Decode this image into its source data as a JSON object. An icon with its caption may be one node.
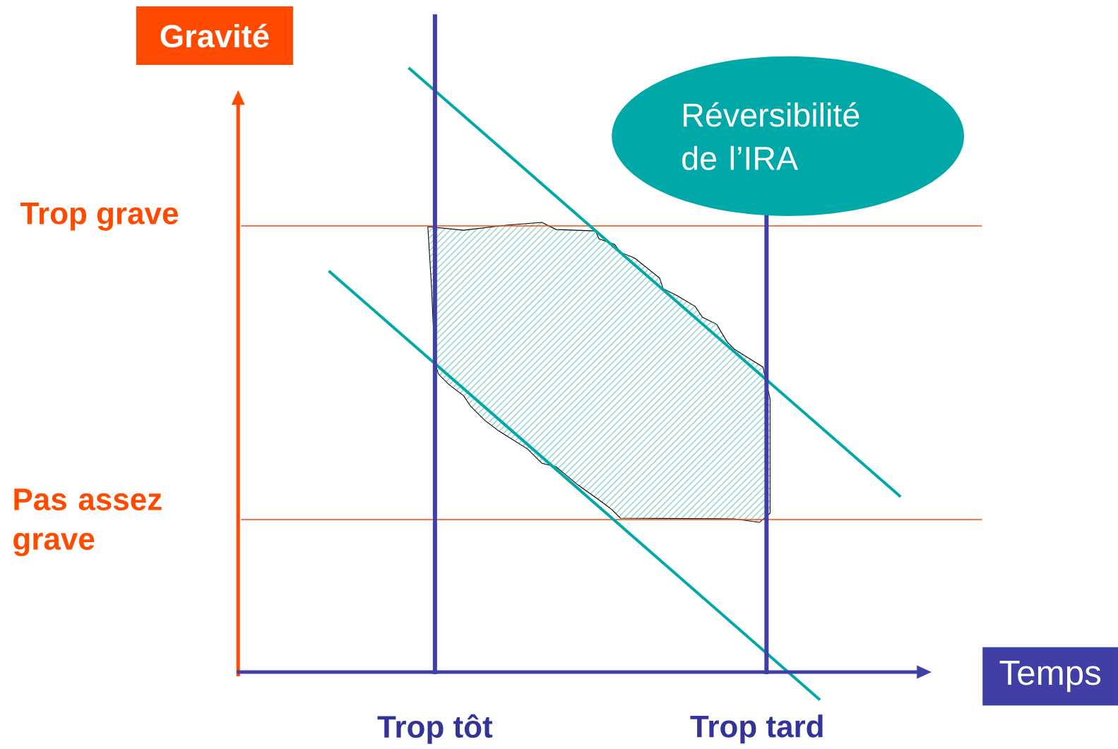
{
  "diagram": {
    "nodes": [
      {
        "text": [
          "Gravité"
        ]
      },
      {
        "text": [
          "Réversibilité de l’IRA"
        ]
      },
      {
        "text": [
          "Temps"
        ]
      }
    ],
    "labels": [
      "Trop grave",
      "Pas assez grave",
      "Trop tôt",
      "Trop tard"
    ]
  }
}
